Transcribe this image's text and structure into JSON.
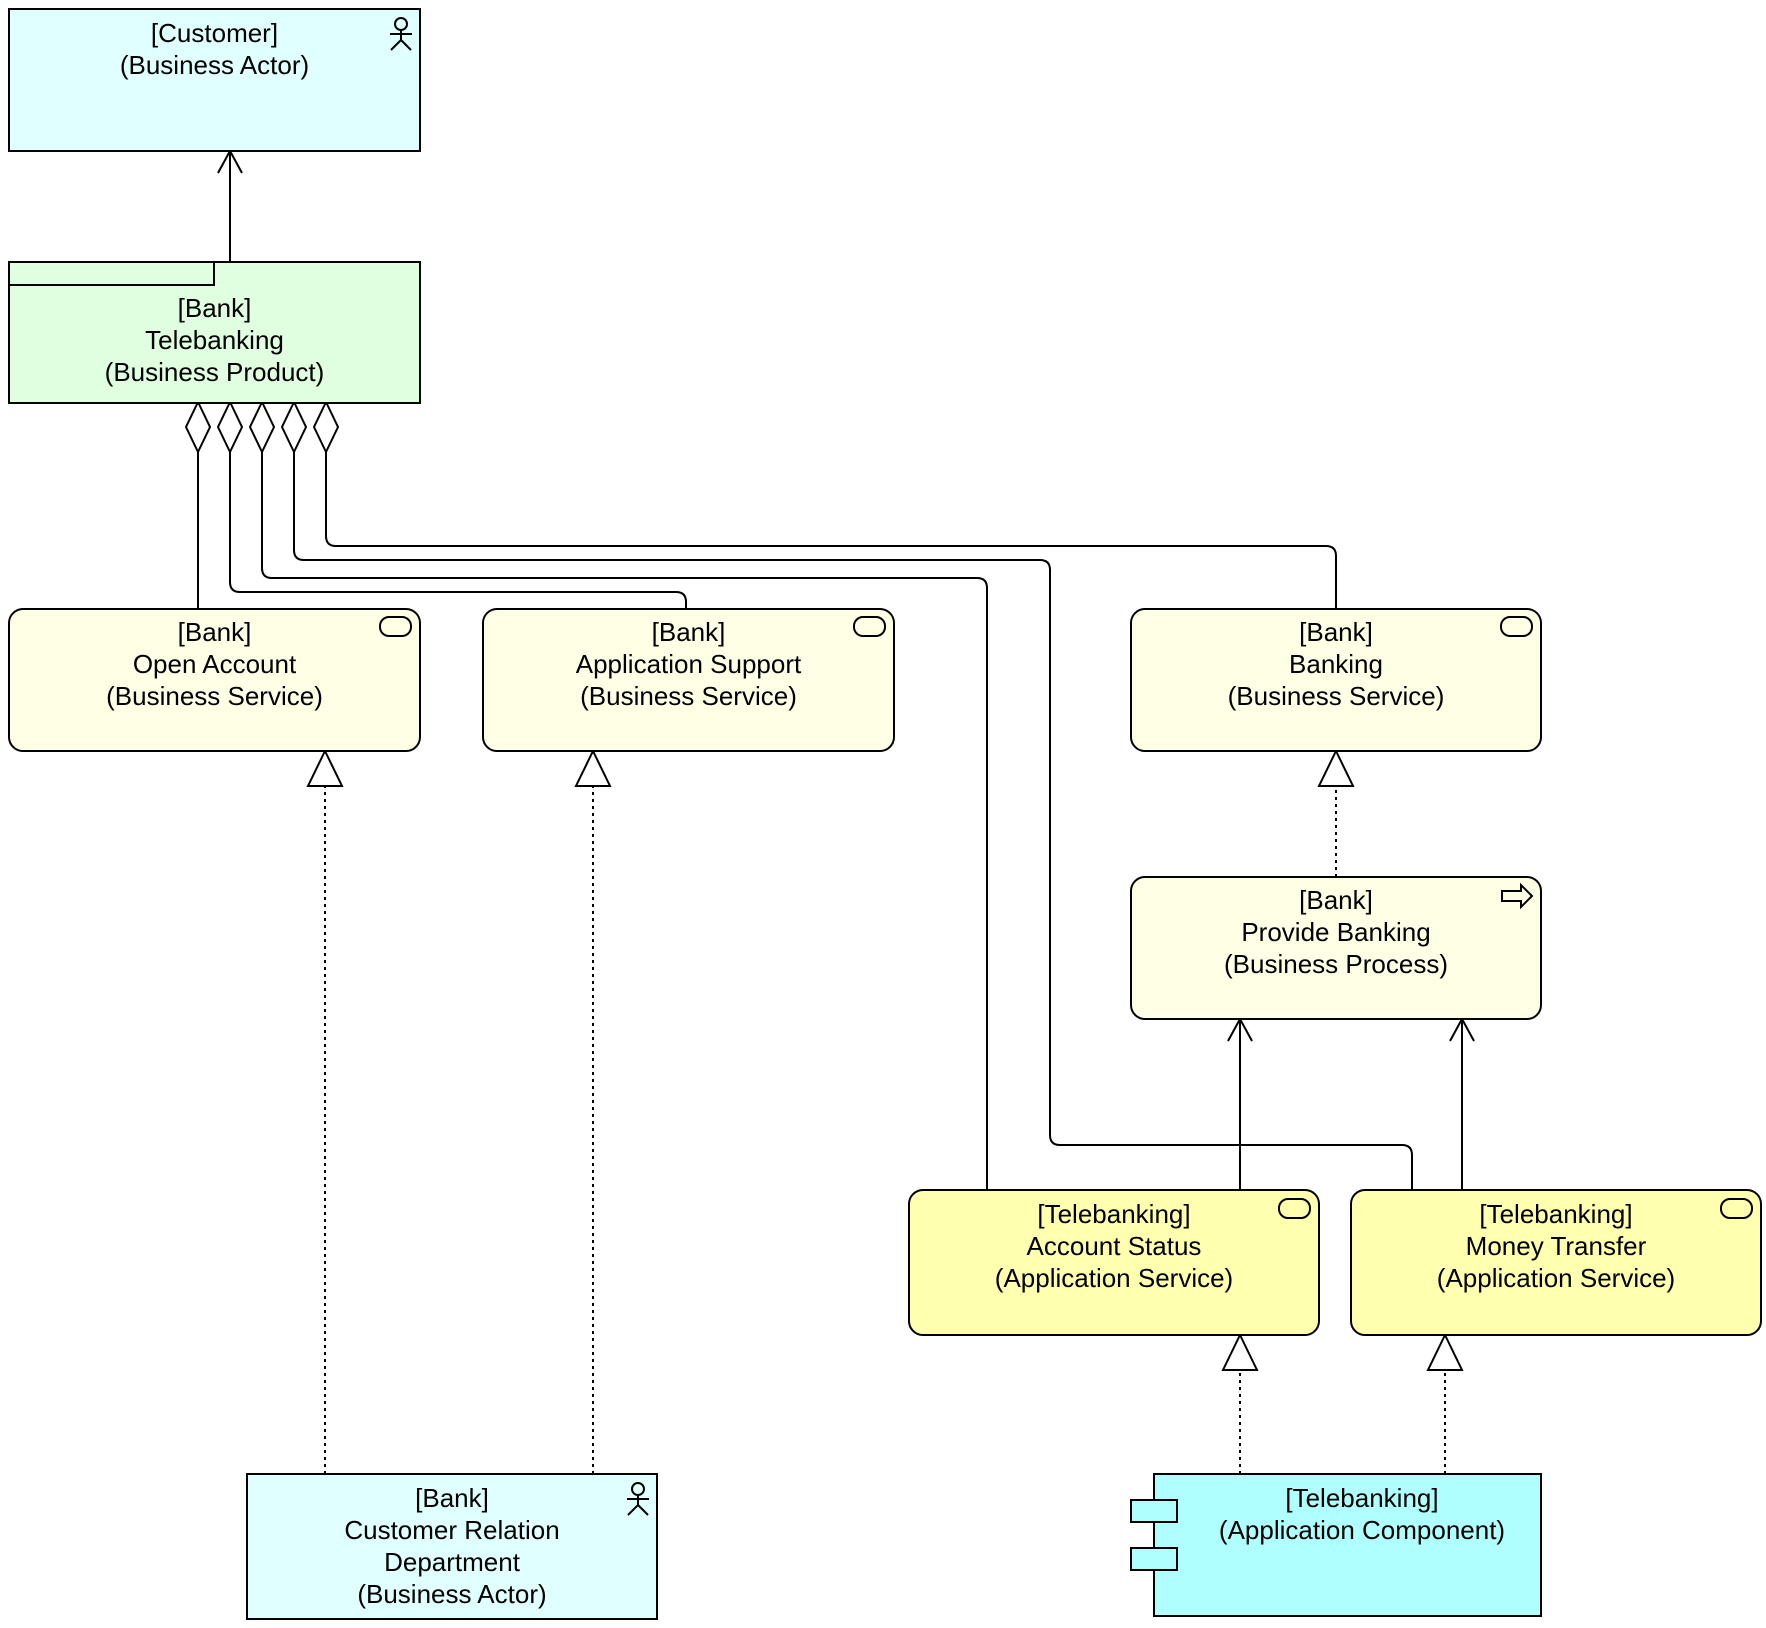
{
  "diagram": {
    "nodes": {
      "customer": {
        "lines": [
          "[Customer]",
          "(Business Actor)"
        ],
        "kind": "business-actor",
        "fill": "#e0ffff"
      },
      "telebanking_product": {
        "lines": [
          "[Bank]",
          "Telebanking",
          "(Business Product)"
        ],
        "kind": "business-product",
        "fill": "#e0ffe0"
      },
      "open_account": {
        "lines": [
          "[Bank]",
          "Open Account",
          "(Business Service)"
        ],
        "kind": "business-service",
        "fill": "#ffffe6"
      },
      "application_support": {
        "lines": [
          "[Bank]",
          "Application Support",
          "(Business Service)"
        ],
        "kind": "business-service",
        "fill": "#ffffe6"
      },
      "banking": {
        "lines": [
          "[Bank]",
          "Banking",
          "(Business Service)"
        ],
        "kind": "business-service",
        "fill": "#ffffe6"
      },
      "provide_banking": {
        "lines": [
          "[Bank]",
          "Provide Banking",
          "(Business Process)"
        ],
        "kind": "business-process",
        "fill": "#ffffe6"
      },
      "account_status": {
        "lines": [
          "[Telebanking]",
          "Account Status",
          "(Application Service)"
        ],
        "kind": "application-service",
        "fill": "#ffffb0"
      },
      "money_transfer": {
        "lines": [
          "[Telebanking]",
          "Money Transfer",
          "(Application Service)"
        ],
        "kind": "application-service",
        "fill": "#ffffb0"
      },
      "crd": {
        "lines": [
          "[Bank]",
          "Customer Relation",
          "Department",
          "(Business Actor)"
        ],
        "kind": "business-actor",
        "fill": "#e0ffff"
      },
      "telebanking_component": {
        "lines": [
          "[Telebanking]",
          "(Application Component)"
        ],
        "kind": "application-component",
        "fill": "#b0ffff"
      }
    },
    "relationships": [
      {
        "from": "telebanking_product",
        "to": "customer",
        "type": "serving"
      },
      {
        "from": "open_account",
        "to": "telebanking_product",
        "type": "aggregation"
      },
      {
        "from": "application_support",
        "to": "telebanking_product",
        "type": "aggregation"
      },
      {
        "from": "account_status",
        "to": "telebanking_product",
        "type": "aggregation"
      },
      {
        "from": "money_transfer",
        "to": "telebanking_product",
        "type": "aggregation"
      },
      {
        "from": "banking",
        "to": "telebanking_product",
        "type": "aggregation"
      },
      {
        "from": "crd",
        "to": "open_account",
        "type": "realization"
      },
      {
        "from": "crd",
        "to": "application_support",
        "type": "realization"
      },
      {
        "from": "provide_banking",
        "to": "banking",
        "type": "realization"
      },
      {
        "from": "account_status",
        "to": "provide_banking",
        "type": "serving"
      },
      {
        "from": "money_transfer",
        "to": "provide_banking",
        "type": "serving"
      },
      {
        "from": "telebanking_component",
        "to": "account_status",
        "type": "realization"
      },
      {
        "from": "telebanking_component",
        "to": "money_transfer",
        "type": "realization"
      }
    ]
  }
}
